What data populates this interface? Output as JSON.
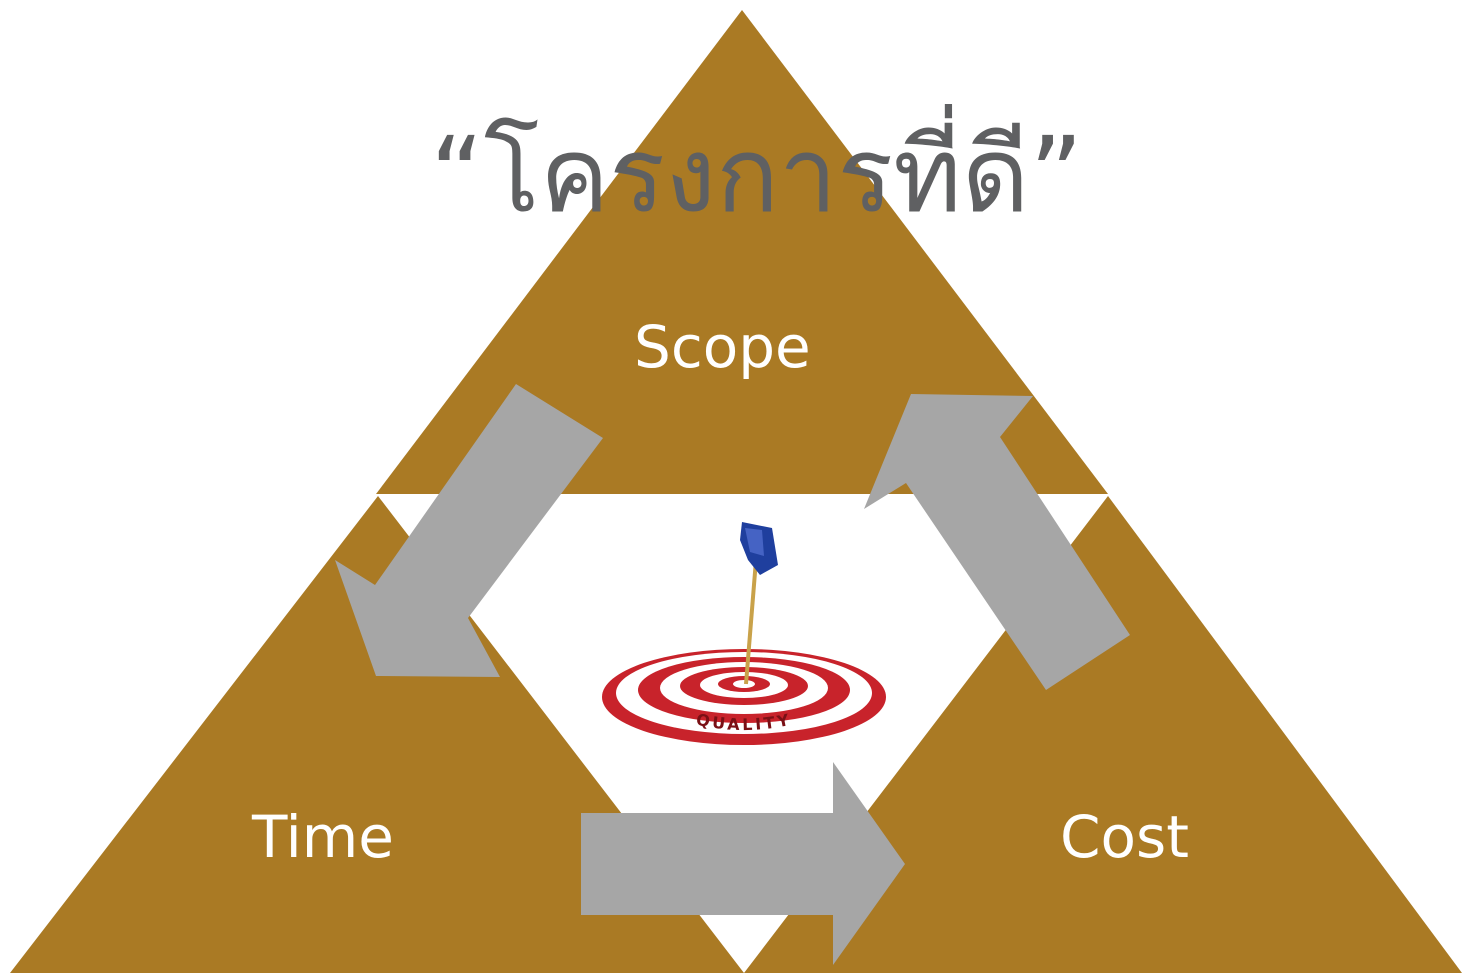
{
  "title": "“โครงการที่ดี”",
  "constraints": {
    "scope": "Scope",
    "time": "Time",
    "cost": "Cost"
  },
  "center": {
    "target_text": "QUALITY"
  },
  "colors": {
    "triangle": "#aa7a24",
    "arrow": "#a6a6a6",
    "title_text": "#5f6062",
    "label_text": "#ffffff",
    "target_red": "#c8232b",
    "dart_blue": "#1f3f9e"
  }
}
